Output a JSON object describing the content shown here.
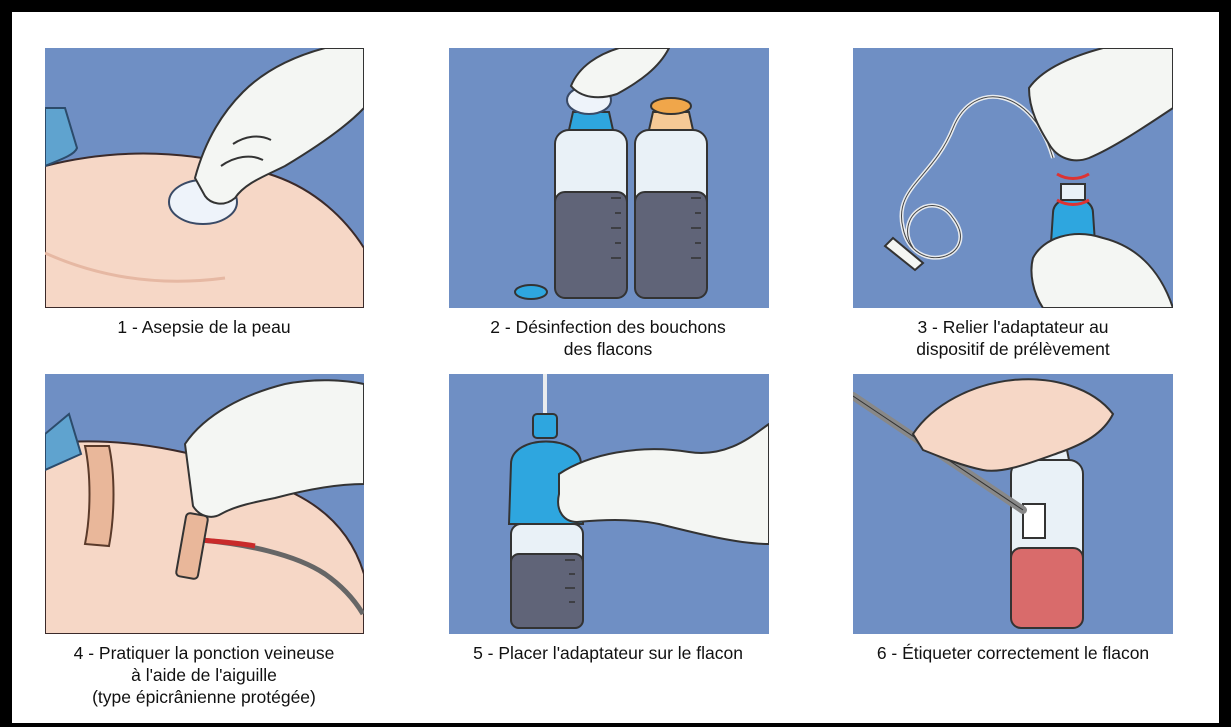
{
  "steps": [
    {
      "number": "1",
      "caption": [
        "1 - Asepsie de la peau"
      ]
    },
    {
      "number": "2",
      "caption": [
        "2 - Désinfection des bouchons",
        "des flacons"
      ]
    },
    {
      "number": "3",
      "caption": [
        "3 - Relier l'adaptateur au",
        "dispositif de prélèvement"
      ]
    },
    {
      "number": "4",
      "caption": [
        "4 - Pratiquer la ponction veineuse",
        "à l'aide de l'aiguille",
        "(type épicrânienne protégée)"
      ]
    },
    {
      "number": "5",
      "caption": [
        "5 - Placer l'adaptateur sur le flacon"
      ]
    },
    {
      "number": "6",
      "caption": [
        "6 - Étiqueter correctement le flacon"
      ]
    }
  ],
  "colors": {
    "panel_background": "#6f8fc4",
    "skin": "#f6d7c6",
    "glove": "#f4f6f3",
    "bottle_glass": "#e9f1f7",
    "blood_culture_medium": "#606478",
    "cap_blue": "#2ea6df",
    "cap_orange": "#f0a64a",
    "blood": "#d96b6b"
  }
}
